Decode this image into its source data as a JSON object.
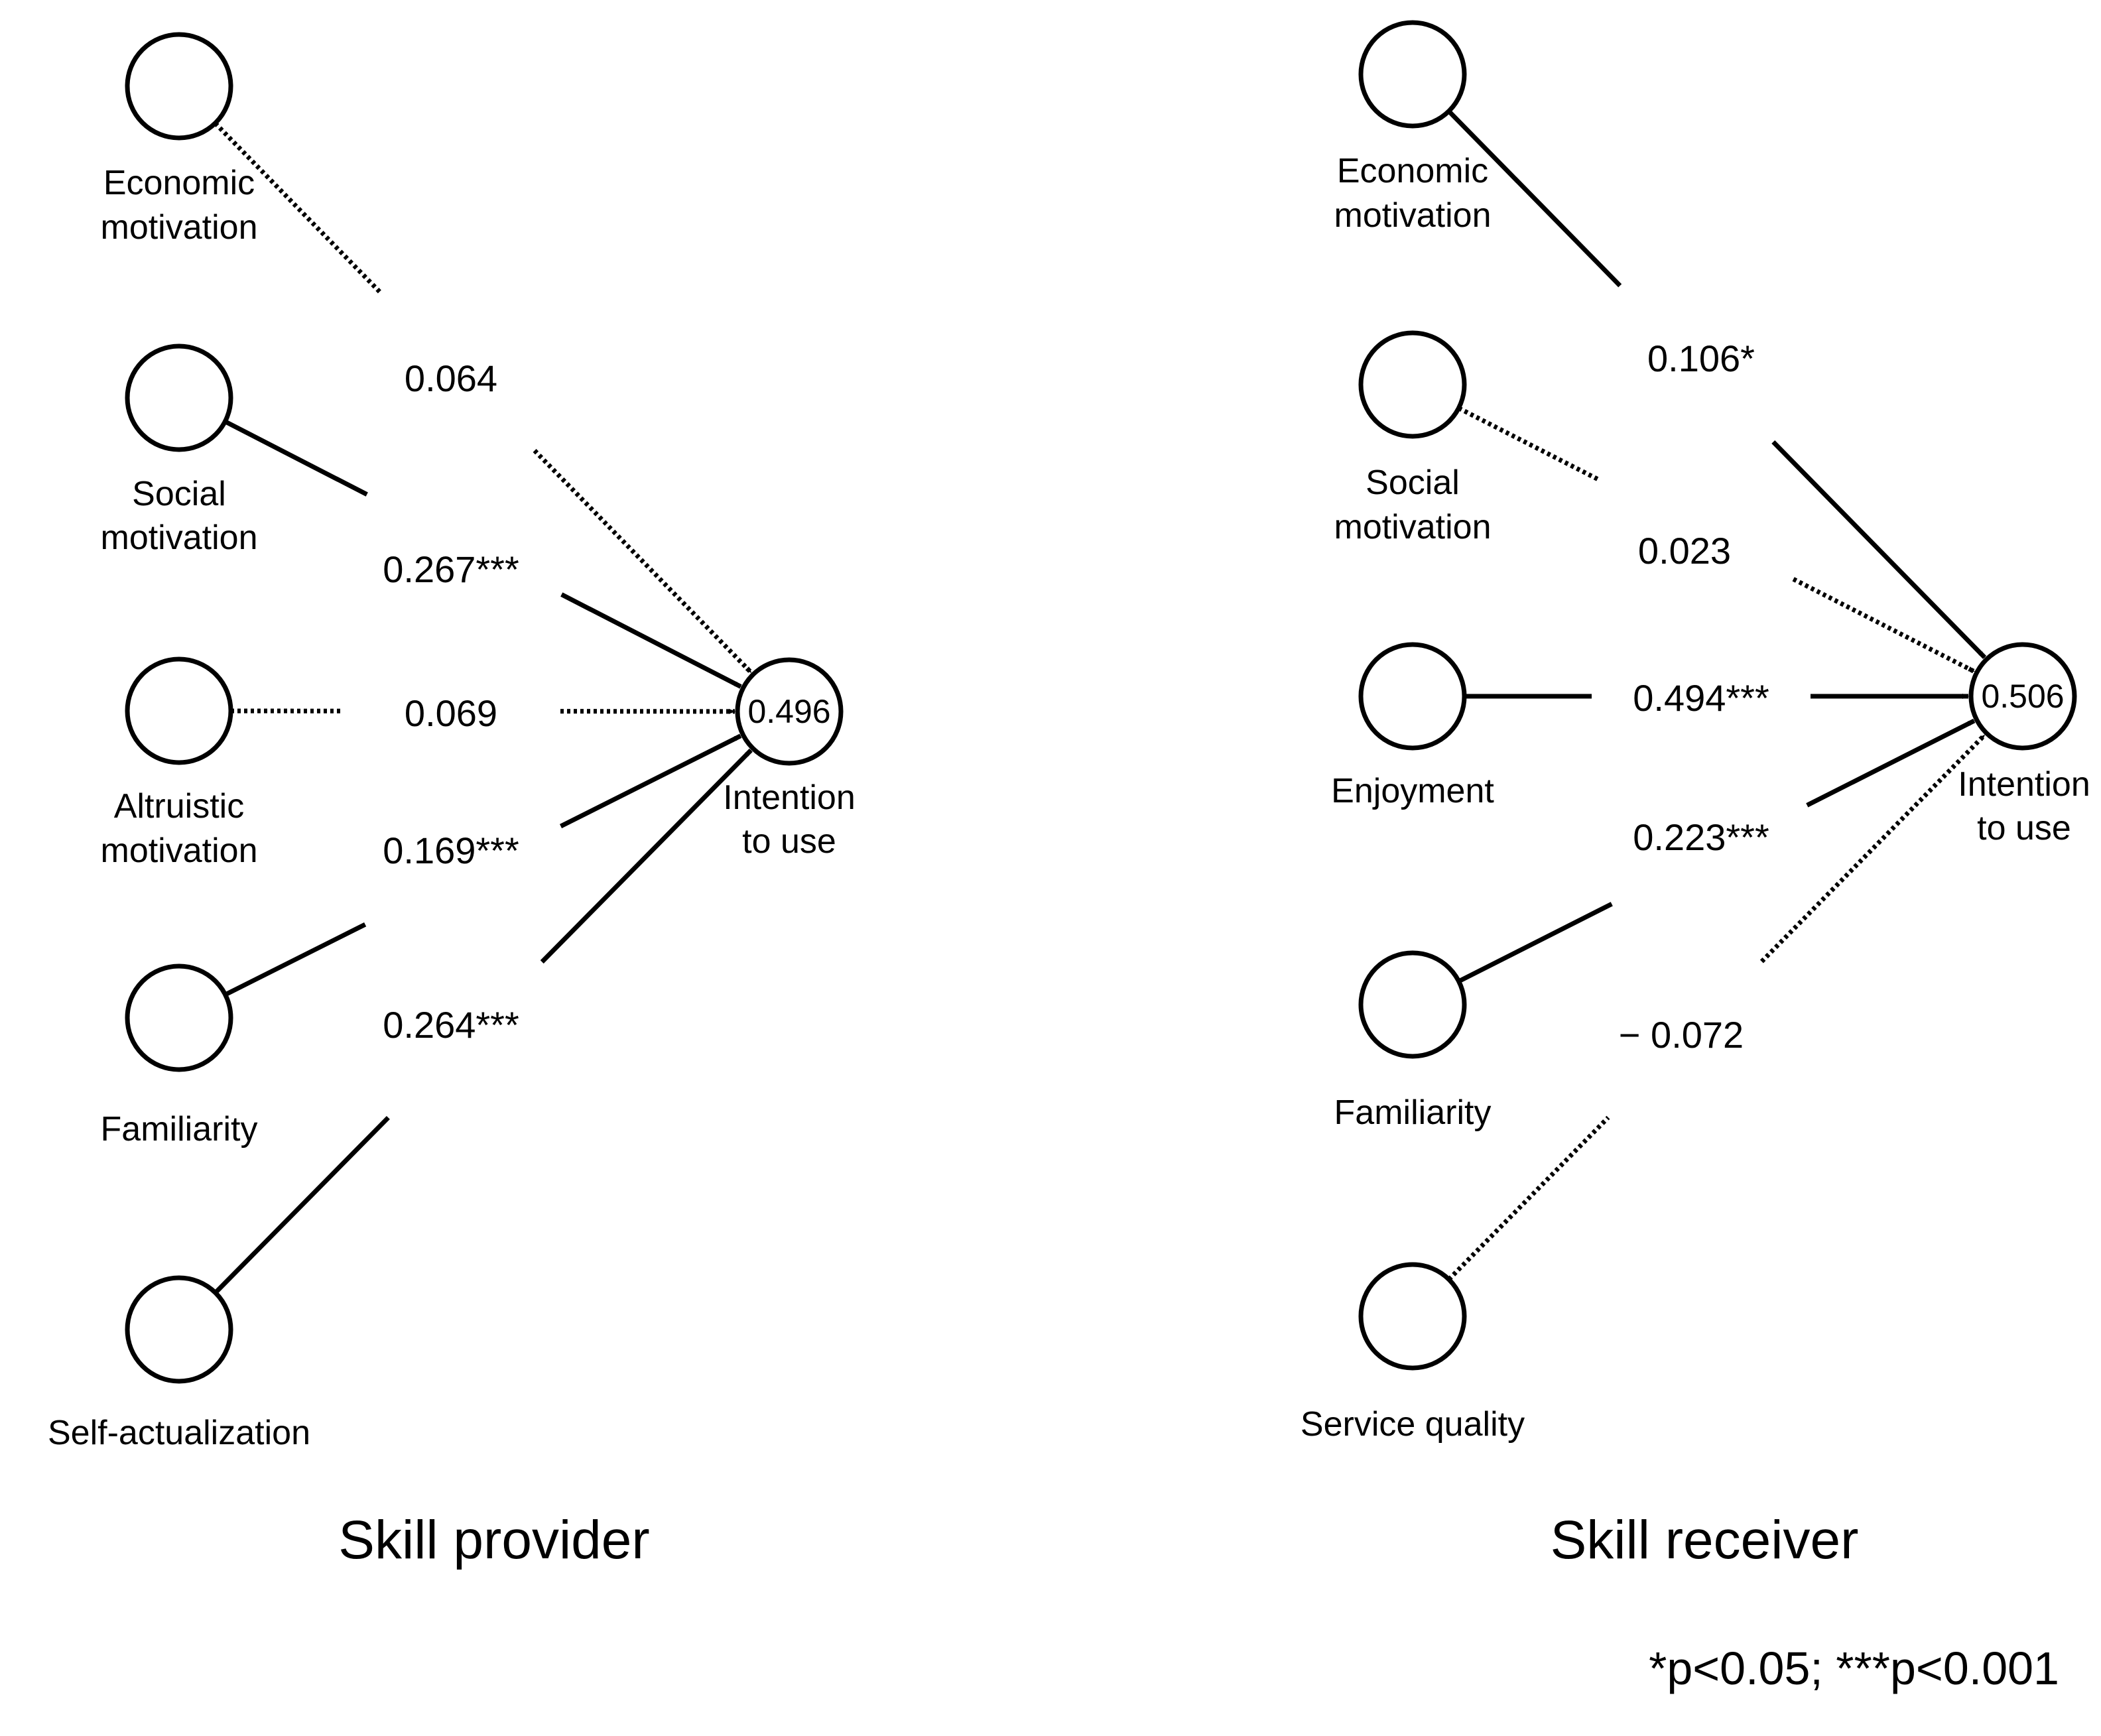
{
  "footnote": "*p<0.05; ***p<0.001",
  "panels": [
    {
      "title": "Skill provider",
      "outcome": {
        "value": "0.496",
        "label_lines": [
          "Intention",
          "to use"
        ]
      },
      "predictors": [
        {
          "label_lines": [
            "Economic",
            "motivation"
          ],
          "coefficient": "0.064",
          "significant": false
        },
        {
          "label_lines": [
            "Social",
            "motivation"
          ],
          "coefficient": "0.267***",
          "significant": true
        },
        {
          "label_lines": [
            "Altruistic",
            "motivation"
          ],
          "coefficient": "0.069",
          "significant": false
        },
        {
          "label_lines": [
            "Familiarity"
          ],
          "coefficient": "0.169***",
          "significant": true
        },
        {
          "label_lines": [
            "Self-actualization"
          ],
          "coefficient": "0.264***",
          "significant": true
        }
      ]
    },
    {
      "title": "Skill receiver",
      "outcome": {
        "value": "0.506",
        "label_lines": [
          "Intention",
          "to use"
        ]
      },
      "predictors": [
        {
          "label_lines": [
            "Economic",
            "motivation"
          ],
          "coefficient": "0.106*",
          "significant": true
        },
        {
          "label_lines": [
            "Social",
            "motivation"
          ],
          "coefficient": "0.023",
          "significant": false
        },
        {
          "label_lines": [
            "Enjoyment"
          ],
          "coefficient": "0.494***",
          "significant": true
        },
        {
          "label_lines": [
            "Familiarity"
          ],
          "coefficient": "0.223***",
          "significant": true
        },
        {
          "label_lines": [
            "Service quality"
          ],
          "coefficient": "− 0.072",
          "significant": false
        }
      ]
    }
  ]
}
